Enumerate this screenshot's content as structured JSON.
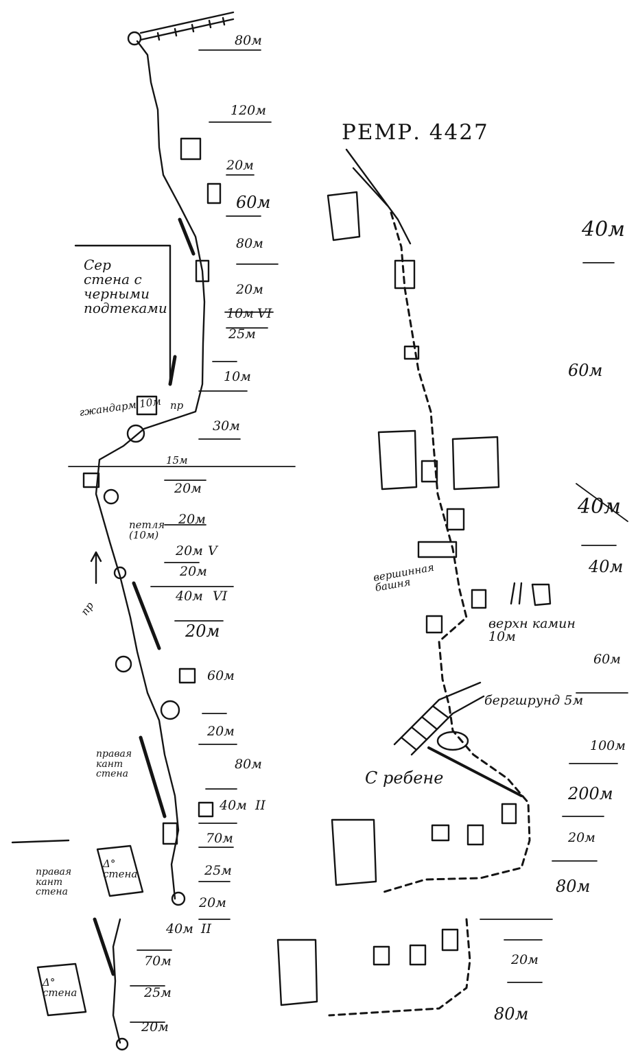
{
  "title": "РЕМР. 4427",
  "left_route": {
    "pitches": [
      "80м",
      "120м",
      "20м",
      "60м",
      "80м",
      "20м",
      "10м",
      "25м",
      "10м",
      "30м",
      "15м",
      "20м",
      "20м",
      "20м",
      "20м",
      "40м",
      "20м",
      "60м",
      "20м",
      "80м",
      "40м",
      "70м",
      "25м",
      "20м",
      "40м",
      "70м",
      "25м",
      "20м"
    ],
    "categories": [
      "VI",
      "V",
      "VI",
      "II",
      "II"
    ],
    "notes": [
      "Сер стена с черными подтеками",
      "гжандарм 10м",
      "пр",
      "петля (10м)",
      "пр",
      "правая кант стена",
      "правая кант стена",
      "Δ° стена",
      "Δ° стена"
    ]
  },
  "right_route": {
    "pitches": [
      "40м",
      "60м",
      "40м",
      "40м",
      "60м",
      "100м",
      "200м",
      "20м",
      "80м",
      "20м",
      "80м"
    ],
    "notes": [
      "вершинная башня",
      "верхн камин 10м",
      "бергшрунд 5м",
      "С ребене"
    ]
  },
  "colors": {
    "ink": "#141414",
    "paper": "#ffffff"
  }
}
